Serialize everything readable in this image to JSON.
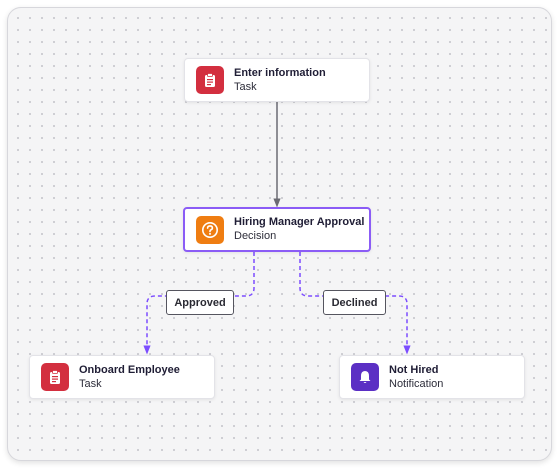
{
  "nodes": {
    "enter_info": {
      "title": "Enter information",
      "subtitle": "Task",
      "icon": "clipboard-icon",
      "icon_color": "#d32f3f"
    },
    "approval": {
      "title": "Hiring Manager Approval",
      "subtitle": "Decision",
      "icon": "question-circle-icon",
      "icon_color": "#ef7d11"
    },
    "onboard": {
      "title": "Onboard Employee",
      "subtitle": "Task",
      "icon": "clipboard-icon",
      "icon_color": "#d32f3f"
    },
    "not_hired": {
      "title": "Not Hired",
      "subtitle": "Notification",
      "icon": "bell-icon",
      "icon_color": "#5b2fc4"
    }
  },
  "edges": {
    "approved_label": "Approved",
    "declined_label": "Declined"
  },
  "colors": {
    "selection": "#8b5cf6",
    "dashed_edge": "#7c4dff",
    "solid_edge": "#6b6b73"
  }
}
